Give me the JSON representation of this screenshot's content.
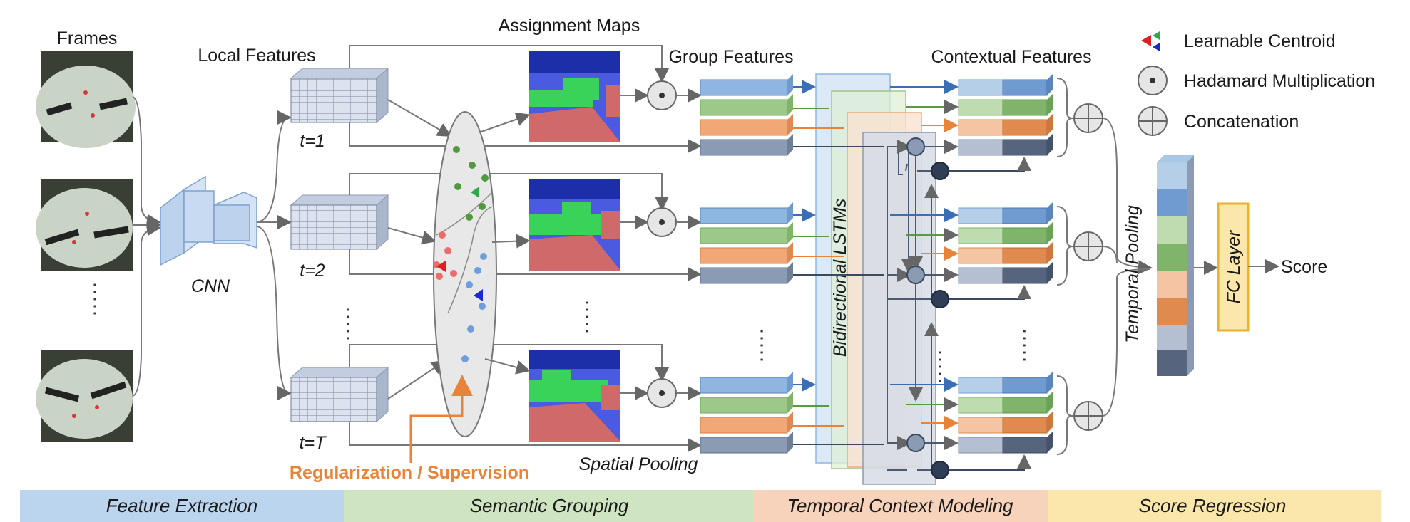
{
  "labels": {
    "frames": "Frames",
    "local_features": "Local Features",
    "assignment_maps": "Assignment Maps",
    "group_features": "Group Features",
    "contextual_features": "Contextual Features",
    "cnn": "CNN",
    "t1": "t=1",
    "t2": "t=2",
    "tT": "t=T",
    "bilstm": "Bidirectional LSTMs",
    "temporal_pooling": "Temporal Pooling",
    "fc_layer": "FC Layer",
    "score": "Score",
    "spatial_pooling": "Spatial Pooling",
    "regularization": "Regularization / Supervision"
  },
  "legend": {
    "centroid": "Learnable Centroid",
    "hadamard": "Hadamard Multiplication",
    "concat": "Concatenation"
  },
  "stages": [
    {
      "label": "Feature Extraction",
      "color": "#bcd5ee"
    },
    {
      "label": "Semantic Grouping",
      "color": "#cfe5c2"
    },
    {
      "label": "Temporal Context Modeling",
      "color": "#f7d3bc"
    },
    {
      "label": "Score Regression",
      "color": "#fbe6ab"
    }
  ],
  "colors": {
    "blue": "#8fb6e0",
    "green": "#9cc98a",
    "orange": "#f0a877",
    "slate": "#8a9bb3",
    "accent": "#e8843a"
  }
}
